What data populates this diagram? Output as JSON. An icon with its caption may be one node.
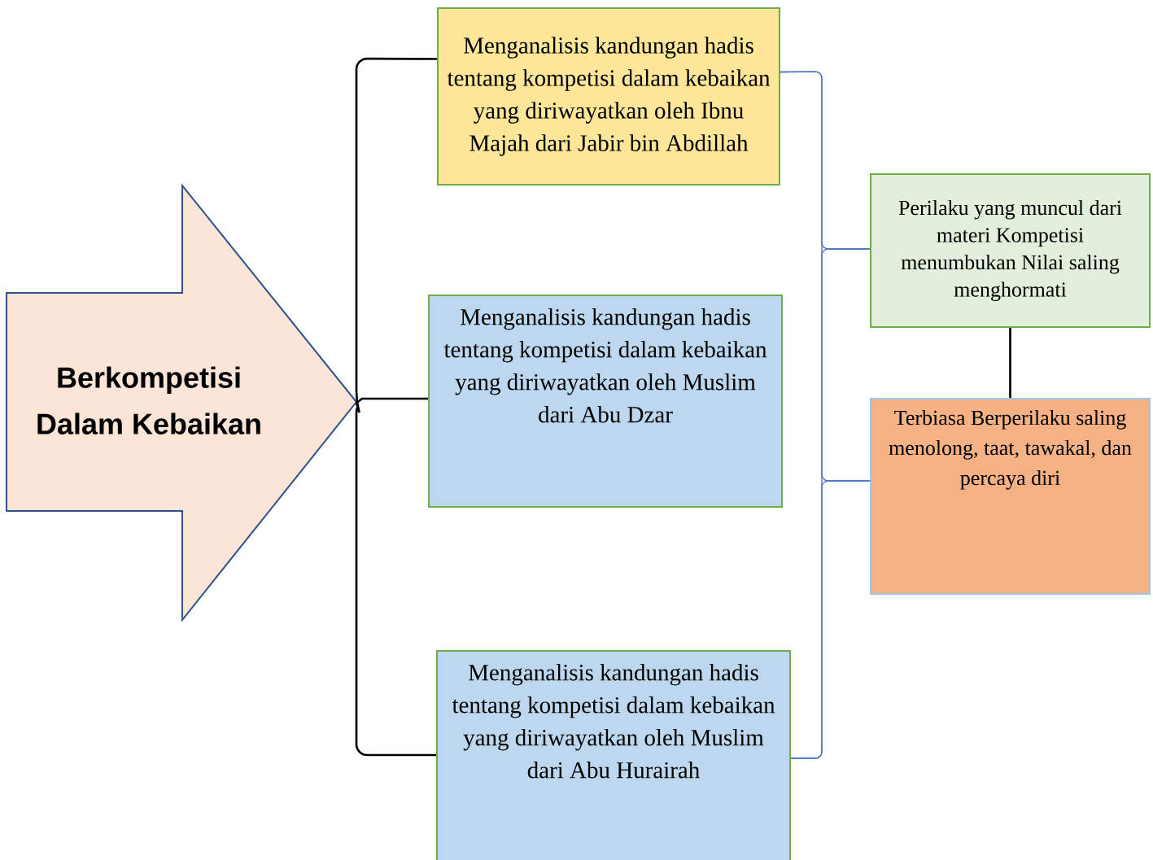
{
  "diagram": {
    "nodes": [
      {
        "text": [
          "Berkompetisi Dalam Kebaikan"
        ]
      },
      {
        "text": [
          "Menganalisis kandungan hadis tentang kompetisi dalam kebaikan yang diriwayatkan oleh Ibnu Majah dari Jabir bin Abdillah"
        ]
      },
      {
        "text": [
          "Menganalisis kandungan hadis tentang kompetisi dalam kebaikan yang diriwayatkan oleh Muslim dari Abu Dzar"
        ]
      },
      {
        "text": [
          "Menganalisis kandungan hadis tentang kompetisi dalam kebaikan yang diriwayatkan oleh Muslim dari Abu Hurairah"
        ]
      },
      {
        "text": [
          "Perilaku yang muncul dari materi Kompetisi menumbukan Nilai saling menghormati"
        ]
      },
      {
        "text": [
          "Terbiasa Berperilaku saling menolong, taat, tawakal, dan percaya diri"
        ]
      }
    ],
    "edges": [
      {
        "from": 0,
        "to": 1,
        "arrow": "none"
      },
      {
        "from": 0,
        "to": 2,
        "arrow": "none"
      },
      {
        "from": 0,
        "to": 3,
        "arrow": "none"
      },
      {
        "from": 1,
        "to": 4,
        "arrow": "none",
        "color": "#4472c4"
      },
      {
        "from": 3,
        "to": 4,
        "arrow": "none",
        "color": "#4472c4"
      },
      {
        "from": 1,
        "to": 5,
        "arrow": "none",
        "color": "#4472c4"
      },
      {
        "from": 3,
        "to": 5,
        "arrow": "none",
        "color": "#4472c4"
      },
      {
        "from": 4,
        "to": 5,
        "arrow": "none"
      }
    ]
  }
}
